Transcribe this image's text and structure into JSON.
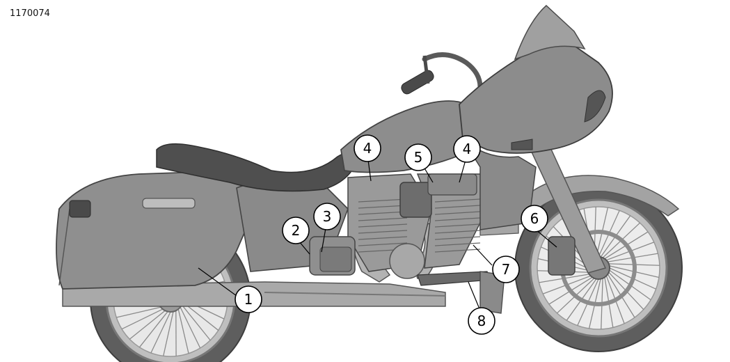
{
  "figure_id": "1170074",
  "callouts": [
    {
      "label": "1"
    },
    {
      "label": "2"
    },
    {
      "label": "3"
    },
    {
      "label": "4"
    },
    {
      "label": "4"
    },
    {
      "label": "5"
    },
    {
      "label": "6"
    },
    {
      "label": "7"
    },
    {
      "label": "8"
    }
  ],
  "colors": {
    "body": "#8f8f8f",
    "body_dark": "#6f6f6f",
    "chrome": "#b9b9b9",
    "outline": "#4a4a4a",
    "tire": "#5a5a5a",
    "callout_fill": "#ffffff",
    "callout_stroke": "#000000"
  }
}
